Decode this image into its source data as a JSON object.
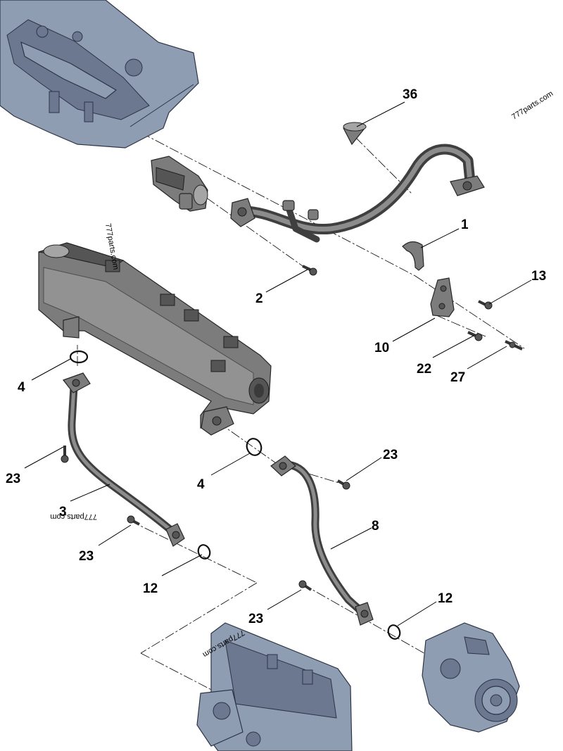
{
  "watermarks": [
    {
      "id": "top-right",
      "text": "777parts.com"
    },
    {
      "id": "cooler",
      "text": "777parts.com"
    },
    {
      "id": "pipe3",
      "text": "777parts.com"
    },
    {
      "id": "bottom",
      "text": "777parts.com"
    }
  ],
  "callouts": [
    {
      "id": "c36",
      "label": "36",
      "part": "cone cap"
    },
    {
      "id": "c1",
      "label": "1",
      "part": "pipe clamp"
    },
    {
      "id": "c13",
      "label": "13",
      "part": "bolt"
    },
    {
      "id": "c2",
      "label": "2",
      "part": "bolt"
    },
    {
      "id": "c10",
      "label": "10",
      "part": "bracket"
    },
    {
      "id": "c22",
      "label": "22",
      "part": "bolt"
    },
    {
      "id": "c27",
      "label": "27",
      "part": "stud"
    },
    {
      "id": "c4a",
      "label": "4",
      "part": "o-ring"
    },
    {
      "id": "c23a",
      "label": "23",
      "part": "bolt"
    },
    {
      "id": "c4b",
      "label": "4",
      "part": "o-ring"
    },
    {
      "id": "c23b",
      "label": "23",
      "part": "bolt"
    },
    {
      "id": "c3",
      "label": "3",
      "part": "coolant pipe"
    },
    {
      "id": "c8",
      "label": "8",
      "part": "coolant pipe"
    },
    {
      "id": "c23c",
      "label": "23",
      "part": "bolt"
    },
    {
      "id": "c12a",
      "label": "12",
      "part": "o-ring"
    },
    {
      "id": "c23d",
      "label": "23",
      "part": "bolt"
    },
    {
      "id": "c12b",
      "label": "12",
      "part": "o-ring"
    }
  ]
}
